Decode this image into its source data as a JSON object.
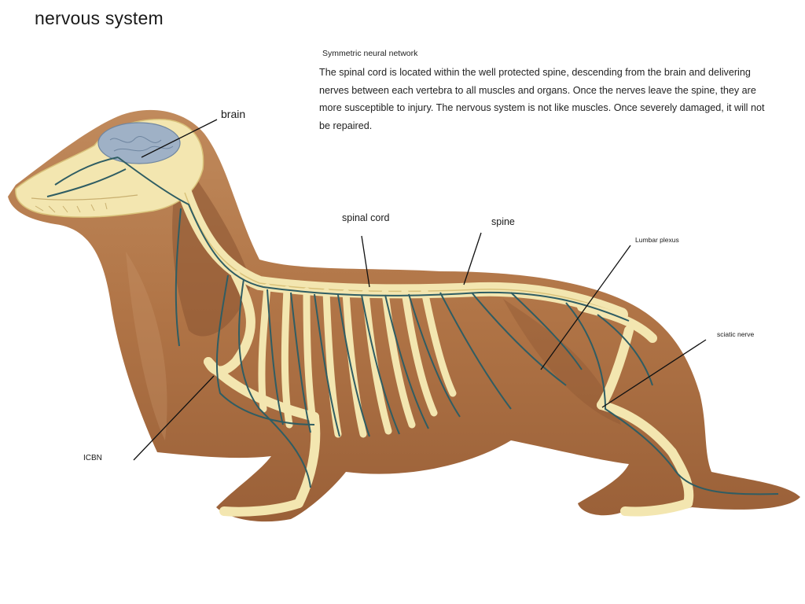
{
  "title": "nervous system",
  "subtitle": "Symmetric neural network",
  "description": "The spinal cord is located within the well protected spine, descending from the brain and delivering nerves between each vertebra to all muscles and organs. Once the nerves leave the spine, they are more susceptible to injury. The nervous system is not like muscles. Once severely damaged, it will not be repaired.",
  "labels": {
    "brain": "brain",
    "spinal_cord": "spinal cord",
    "spine": "spine",
    "lumbar_plexus": "Lumbar plexus",
    "sciatic_nerve": "sciatic nerve",
    "icbn": "ICBN"
  },
  "colors": {
    "fur": "#b07446",
    "fur_dark": "#8a5432",
    "bone": "#f3e6b0",
    "bone_outline": "#d9c27a",
    "nerve": "#2f5d63",
    "brain": "#9fb1c6",
    "leader_line": "#111111"
  }
}
